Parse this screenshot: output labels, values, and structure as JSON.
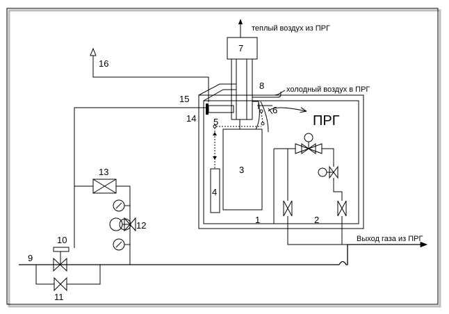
{
  "numbers": {
    "n1": "1",
    "n2": "2",
    "n3": "3",
    "n4": "4",
    "n5": "5",
    "n6": "6",
    "n7": "7",
    "n8": "8",
    "n9": "9",
    "n10": "10",
    "n11": "11",
    "n12": "12",
    "n13": "13",
    "n14": "14",
    "n15": "15",
    "n16": "16"
  },
  "labels": {
    "warm_air": "теплый воздух из ПРГ",
    "cold_air": "холодный воздух в ПРГ",
    "prg": "ПРГ",
    "gas_outlet": "Выход газа из ПРГ"
  },
  "colors": {
    "line": "#000000",
    "frame_shadow": "#bdbdbd",
    "background": "#ffffff"
  }
}
